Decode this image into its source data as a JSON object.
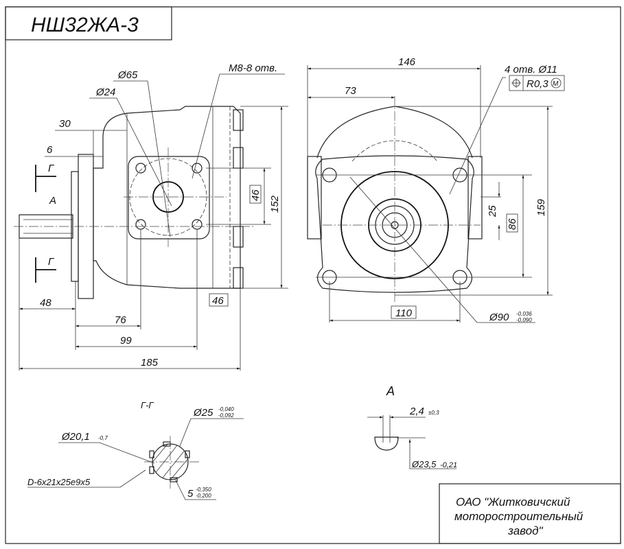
{
  "title": "НШ32ЖА-3",
  "side_view": {
    "d65": "Ø65",
    "d24": "Ø24",
    "m8": "М8-8 отв.",
    "dim_30": "30",
    "dim_6": "6",
    "section_mark_top": "Г",
    "section_mark_bottom": "Г",
    "view_mark": "А",
    "dim_46_v": "46",
    "dim_152": "152",
    "dim_46_h": "46",
    "dim_48": "48",
    "dim_76": "76",
    "dim_99": "99",
    "dim_185": "185"
  },
  "front_view": {
    "dim_146": "146",
    "dim_73": "73",
    "holes": "4 отв. Ø11",
    "tolerance": "R0,3",
    "tolerance_modifier": "M",
    "dim_25": "25",
    "dim_86": "86",
    "dim_159": "159",
    "dim_110": "110",
    "d90": "Ø90",
    "d90_upper": "-0,036",
    "d90_lower": "-0,090"
  },
  "section": {
    "label": "Г-Г",
    "d25": "Ø25",
    "d25_upper": "-0,040",
    "d25_lower": "-0,092",
    "d20": "Ø20,1",
    "d20_tol": "-0,7",
    "spline": "D-6x21x25e9x5",
    "dim_5": "5",
    "dim_5_upper": "-0,350",
    "dim_5_lower": "-0,200"
  },
  "view_a": {
    "label": "А",
    "dim_24": "2,4",
    "dim_24_tol": "±0,3",
    "d235": "Ø23,5",
    "d235_tol": "-0,21"
  },
  "company": {
    "line1": "ОАО \"Житковичский",
    "line2": "моторостроительный",
    "line3": "завод\""
  }
}
